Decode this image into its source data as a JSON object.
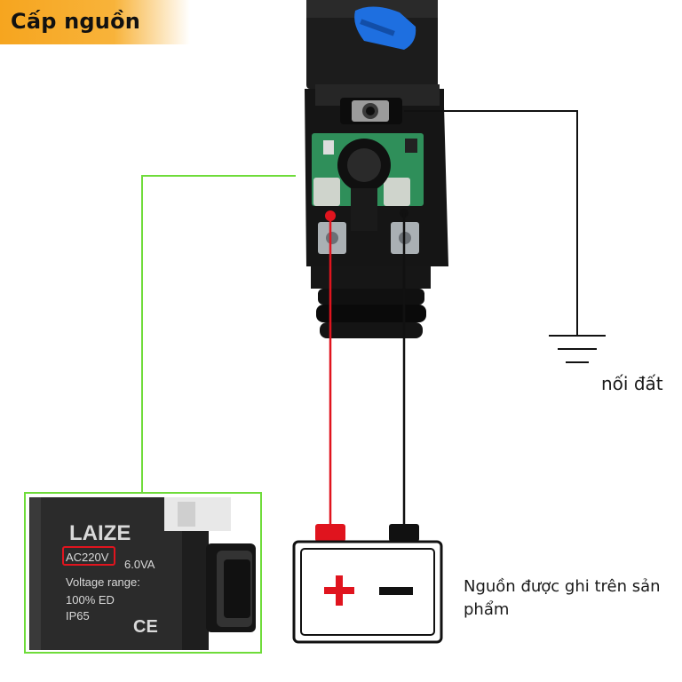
{
  "title": "Cấp nguồn",
  "ground_label": "nối đất",
  "power_label": "Nguồn được ghi trên sản phẩm",
  "inset": {
    "brand": "LAIZE",
    "rating": "AC220V",
    "power": "6.0VA",
    "line3": "Voltage range:",
    "line4": "100% ED",
    "line5": "IP65",
    "mark": "CE"
  },
  "battery": {
    "plus": "+",
    "minus": "−"
  },
  "colors": {
    "badge": "#f6a51f",
    "green_line": "#6fdc3a",
    "red_wire": "#e0141e",
    "black_wire": "#111111",
    "battery_cap_red": "#e0141e"
  }
}
